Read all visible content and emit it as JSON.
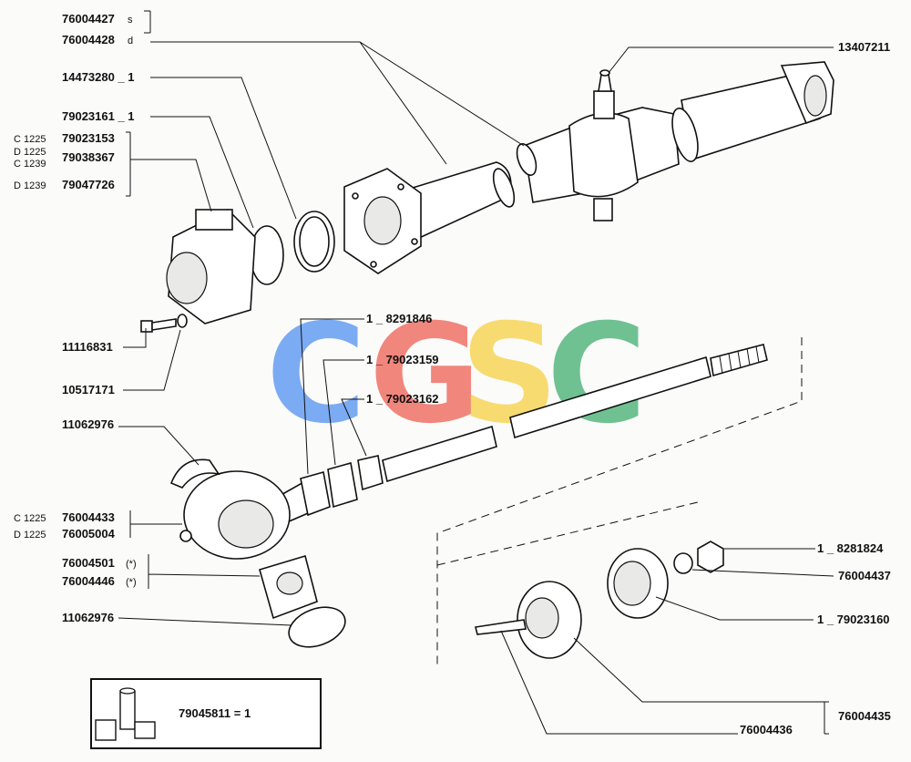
{
  "watermark": {
    "letters": [
      {
        "char": "C",
        "color": "#4a8df0"
      },
      {
        "char": "G",
        "color": "#ee5a4e"
      },
      {
        "char": "S",
        "color": "#f7cf3c"
      },
      {
        "char": "C",
        "color": "#3aab6b"
      }
    ]
  },
  "labels": {
    "p76004427": "76004427",
    "p76004427_suffix": "s",
    "p76004428": "76004428",
    "p76004428_suffix": "d",
    "p14473280": "14473280 _ 1",
    "p79023161": "79023161 _ 1",
    "c1225a": "C 1225",
    "d1225a": "D 1225",
    "c1239": "C 1239",
    "d1239": "D 1239",
    "p79023153": "79023153",
    "p79038367": "79038367",
    "p79047726": "79047726",
    "p11116831": "11116831",
    "p10517171": "10517171",
    "p11062976_top": "11062976",
    "c1225b": "C 1225",
    "d1225b": "D 1225",
    "p76004433": "76004433",
    "p76005004": "76005004",
    "p76004501": "76004501",
    "p76004501_note": "(*)",
    "p76004446": "76004446",
    "p76004446_note": "(*)",
    "p11062976_bottom": "11062976",
    "p13407211": "13407211",
    "p8291846": "1 _ 8291846",
    "p79023159": "1 _ 79023159",
    "p79023162": "1 _ 79023162",
    "p8281824": "1 _ 8281824",
    "p76004437": "76004437",
    "p79023160": "1 _ 79023160",
    "p76004435": "76004435",
    "p76004436": "76004436",
    "kit": "79045811 = 1"
  }
}
